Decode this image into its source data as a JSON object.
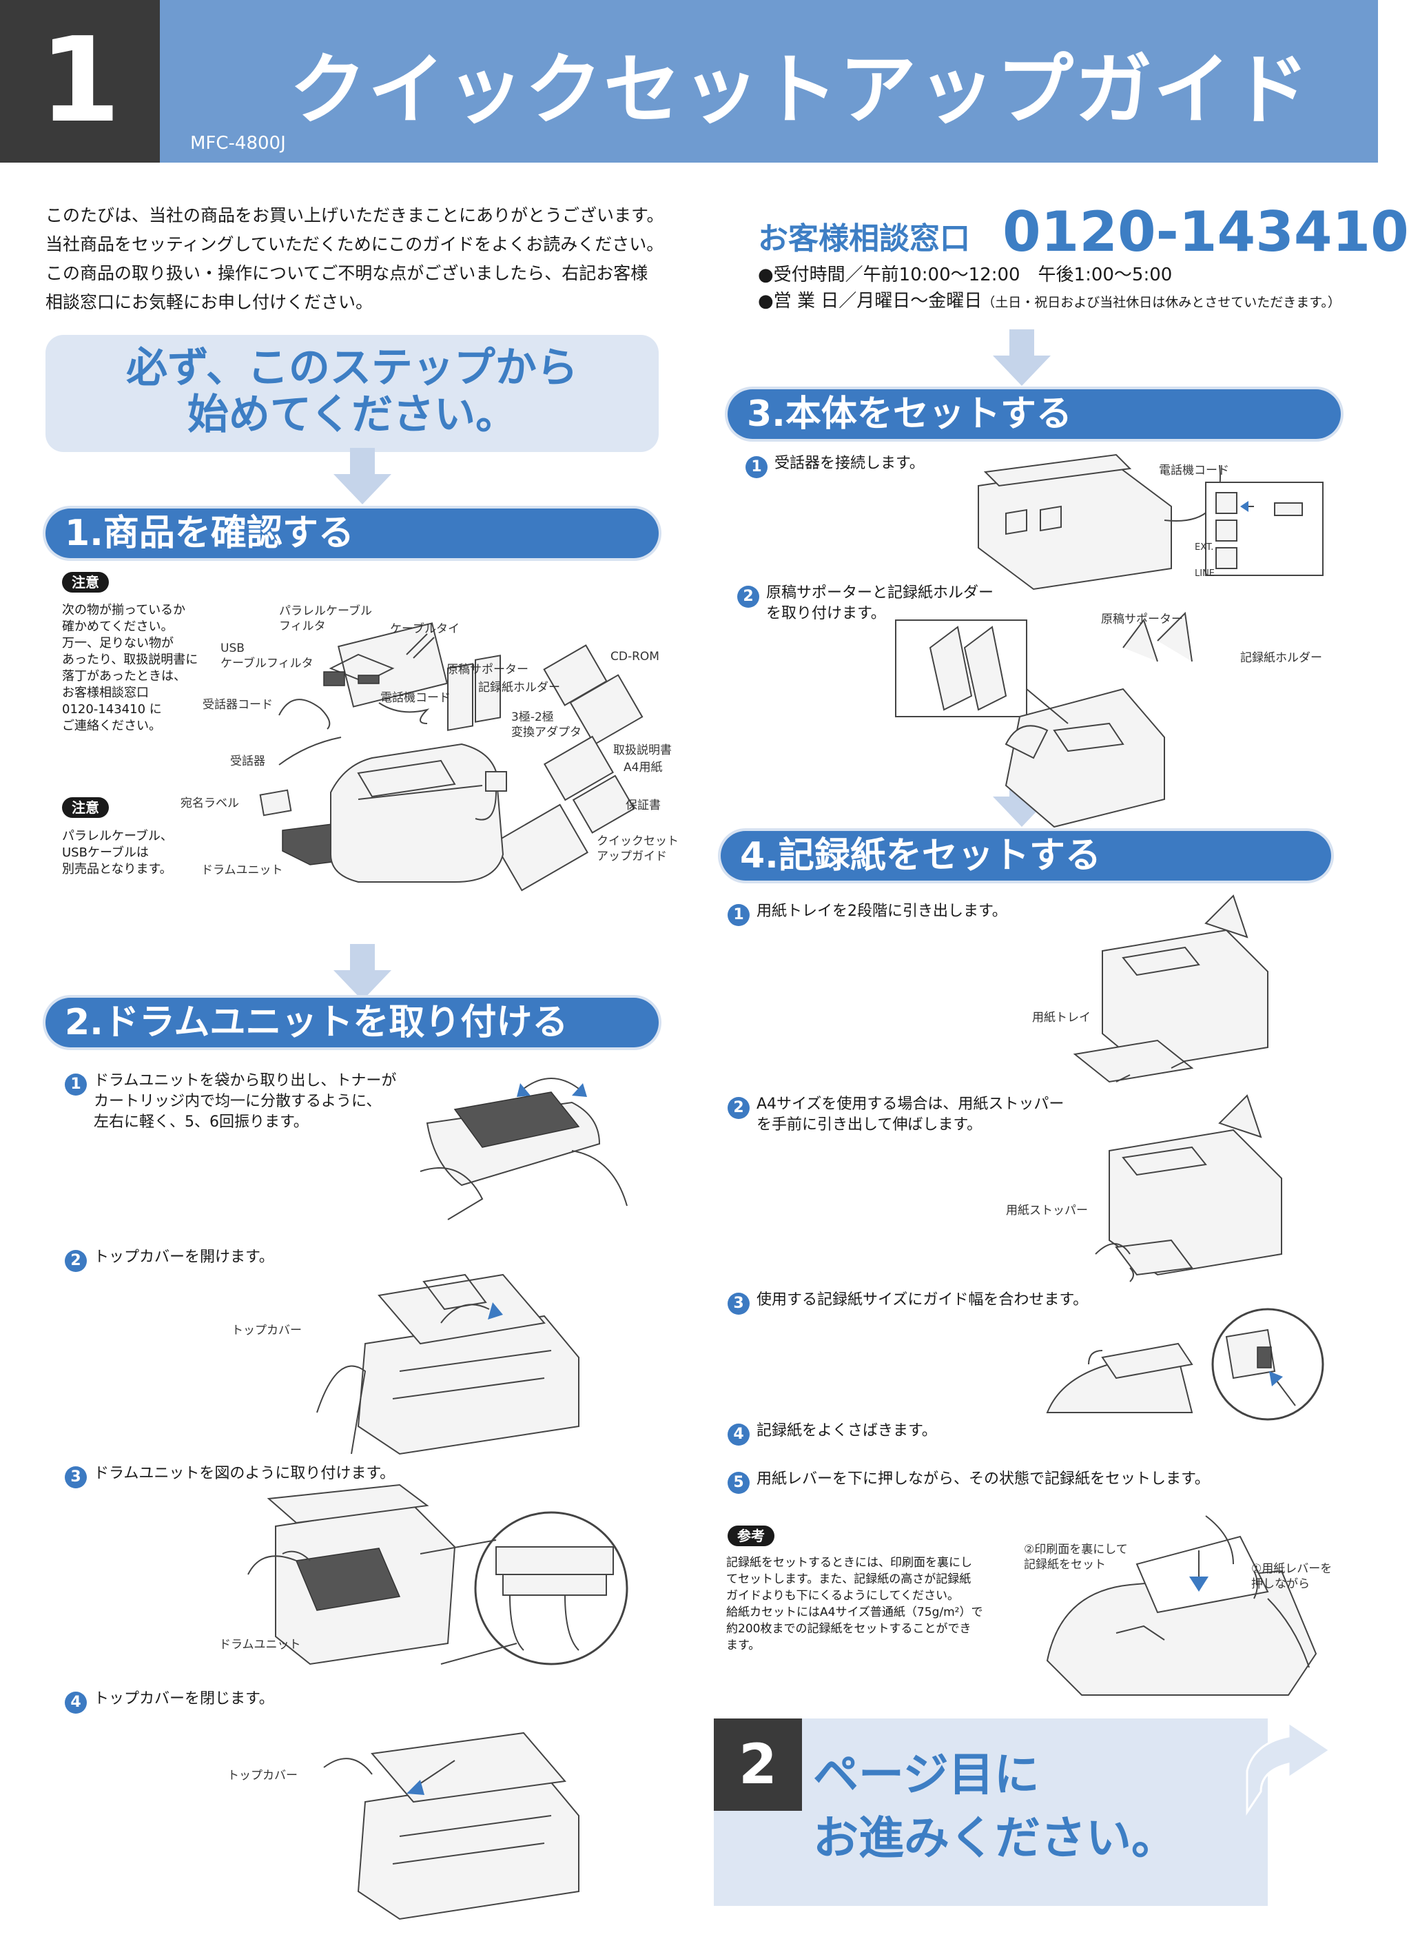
{
  "header": {
    "number": "1",
    "title": "クイックセットアップガイド",
    "model": "MFC-4800J"
  },
  "intro": {
    "lines": [
      "このたびは、当社の商品をお買い上げいただきまことにありがとうございます。",
      "当社商品をセッティングしていただくためにこのガイドをよくお読みください。",
      "この商品の取り扱い・操作についてご不明な点がございましたら、右記お客様",
      "相談窓口にお気軽にお申し付けください。"
    ]
  },
  "contact": {
    "label": "お客様相談窓口",
    "phone": "0120-143410",
    "hours": "●受付時間／午前10:00〜12:00　午後1:00〜5:00",
    "days": "●営 業 日／月曜日〜金曜日",
    "days_note": "（土日・祝日および当社休日は休みとさせていただきます。）"
  },
  "start": {
    "line1": "必ず、このステップから",
    "line2": "始めてください。"
  },
  "section1": {
    "title": "1.商品を確認する",
    "note_label": "注意",
    "note_lines": [
      "次の物が揃っているか",
      "確かめてください。",
      "万一、足りない物が",
      "あったり、取扱説明書に",
      "落丁があったときは、",
      "お客様相談窓口",
      "0120-143410 に",
      "ご連絡ください。"
    ],
    "note2_label": "注意",
    "note2_lines": [
      "パラレルケーブル、",
      "USBケーブルは",
      "別売品となります。"
    ],
    "labels": {
      "parallel": [
        "パラレルケーブル",
        "フィルタ"
      ],
      "cable_tie": "ケーブルタイ",
      "usb": [
        "USB",
        "ケーブルフィルタ"
      ],
      "cdrom": "CD-ROM",
      "doc_support": "原稿サポーター",
      "paper_holder": "記録紙ホルダー",
      "phone_cord": "電話機コード",
      "handset_cord": "受話器コード",
      "adapter": [
        "3極-2極",
        "変換アダプタ"
      ],
      "manual": "取扱説明書",
      "a4": "A4用紙",
      "handset": "受話器",
      "warranty": "保証書",
      "address_label": "宛名ラベル",
      "quick_guide": [
        "クイックセット",
        "アップガイド"
      ],
      "drum": "ドラムユニット"
    }
  },
  "section2": {
    "title": "2.ドラムユニットを取り付ける",
    "steps": [
      {
        "num": "1",
        "lines": [
          "ドラムユニットを袋から取り出し、トナーが",
          "カートリッジ内で均一に分散するように、",
          "左右に軽く、5、6回振ります。"
        ]
      },
      {
        "num": "2",
        "lines": [
          "トップカバーを開けます。"
        ]
      },
      {
        "num": "3",
        "lines": [
          "ドラムユニットを図のように取り付けます。"
        ]
      },
      {
        "num": "4",
        "lines": [
          "トップカバーを閉じます。"
        ]
      }
    ],
    "labels": {
      "top_cover": "トップカバー",
      "drum": "ドラムユニット",
      "top_cover2": "トップカバー"
    }
  },
  "section3": {
    "title": "3.本体をセットする",
    "steps": [
      {
        "num": "1",
        "lines": [
          "受話器を接続します。"
        ]
      },
      {
        "num": "2",
        "lines": [
          "原稿サポーターと記録紙ホルダー",
          "を取り付けます。"
        ]
      }
    ],
    "labels": {
      "phone_cord": "電話機コード",
      "ext": "EXT.",
      "line": "LINE",
      "doc_support": "原稿サポーター",
      "paper_holder": "記録紙ホルダー"
    }
  },
  "section4": {
    "title": "4.記録紙をセットする",
    "steps": [
      {
        "num": "1",
        "lines": [
          "用紙トレイを2段階に引き出します。"
        ]
      },
      {
        "num": "2",
        "lines": [
          "A4サイズを使用する場合は、用紙ストッパー",
          "を手前に引き出して伸ばします。"
        ]
      },
      {
        "num": "3",
        "lines": [
          "使用する記録紙サイズにガイド幅を合わせます。"
        ]
      },
      {
        "num": "4",
        "lines": [
          "記録紙をよくさばきます。"
        ]
      },
      {
        "num": "5",
        "lines": [
          "用紙レバーを下に押しながら、その状態で記録紙をセットします。"
        ]
      }
    ],
    "labels": {
      "tray": "用紙トレイ",
      "stopper": "用紙ストッパー",
      "print_side": [
        "②印刷面を裏にして",
        "記録紙をセット"
      ],
      "lever": [
        "①用紙レバーを",
        "押しながら"
      ]
    },
    "ref_label": "参考",
    "ref_lines": [
      "記録紙をセットするときには、印刷面を裏にし",
      "てセットします。また、記録紙の高さが記録紙",
      "ガイドよりも下にくるようにしてください。",
      "給紙カセットにはA4サイズ普通紙（75g/m²）で",
      "約200枚までの記録紙をセットすることができ",
      "ます。"
    ]
  },
  "next": {
    "number": "2",
    "line1": "ページ目に",
    "line2": "お進みください。"
  }
}
